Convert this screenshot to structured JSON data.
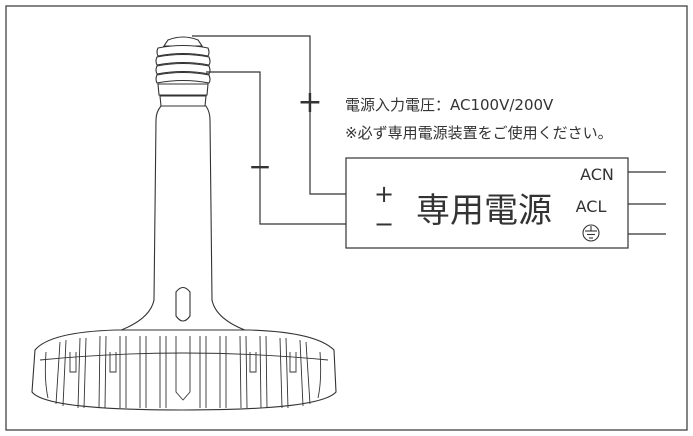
{
  "power_spec": "電源入力電圧：AC100V/200V",
  "notice": "※必ず専用電源装置をご使用ください。",
  "power_unit": {
    "label": "専用電源",
    "input_plus": "+",
    "input_minus": "−",
    "outputs": [
      "ACN",
      "ACL"
    ]
  },
  "wire_plus": "+",
  "wire_minus": "−",
  "icons": [
    "led-lamp-icon",
    "ground-symbol-icon"
  ],
  "colors": {
    "line": "#333333",
    "background": "#ffffff"
  }
}
